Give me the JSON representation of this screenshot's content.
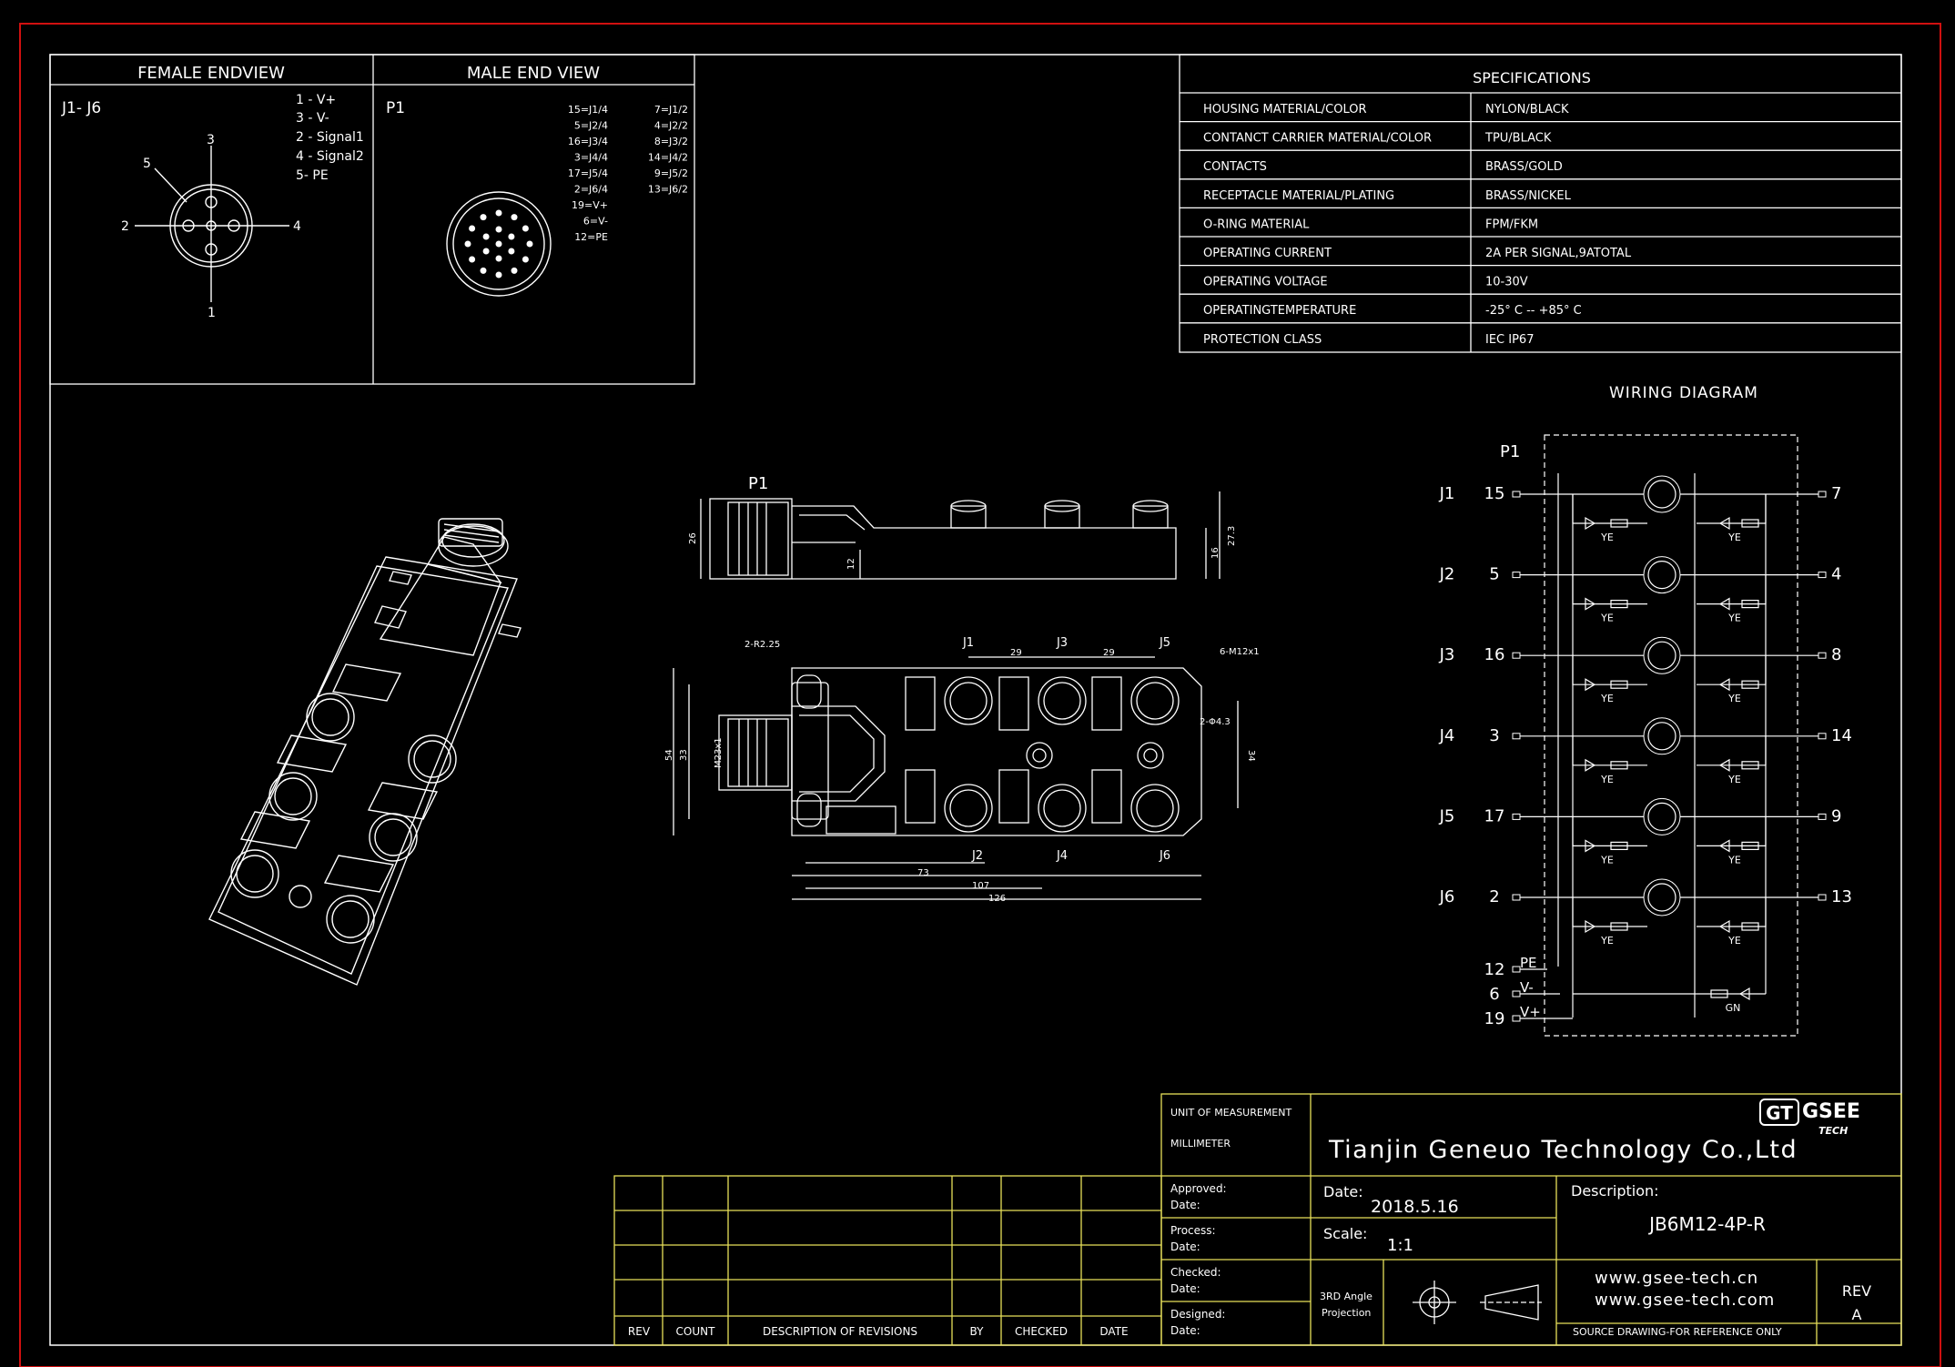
{
  "female_end_view": {
    "title": "FEMALE ENDVIEW",
    "label": "J1- J6",
    "legend": [
      "1 - V+",
      "3 - V-",
      "2 - Signal1",
      "4 - Signal2",
      "5- PE"
    ],
    "pin_labels": [
      "1",
      "2",
      "3",
      "4",
      "5"
    ]
  },
  "male_end_view": {
    "title": "MALE END VIEW",
    "label": "P1",
    "pin_map": [
      [
        "15=J1/4",
        "7=J1/2"
      ],
      [
        "5=J2/4",
        "4=J2/2"
      ],
      [
        "16=J3/4",
        "8=J3/2"
      ],
      [
        "3=J4/4",
        "14=J4/2"
      ],
      [
        "17=J5/4",
        "9=J5/2"
      ],
      [
        "2=J6/4",
        "13=J6/2"
      ],
      [
        "19=V+",
        ""
      ],
      [
        "6=V-",
        ""
      ],
      [
        "12=PE",
        ""
      ]
    ]
  },
  "specifications": {
    "title": "SPECIFICATIONS",
    "rows": [
      {
        "name": "HOUSING MATERIAL/COLOR",
        "value": "NYLON/BLACK"
      },
      {
        "name": "CONTANCT CARRIER MATERIAL/COLOR",
        "value": "TPU/BLACK"
      },
      {
        "name": "CONTACTS",
        "value": "BRASS/GOLD"
      },
      {
        "name": "RECEPTACLE MATERIAL/PLATING",
        "value": "BRASS/NICKEL"
      },
      {
        "name": "O-RING MATERIAL",
        "value": "FPM/FKM"
      },
      {
        "name": "OPERATING CURRENT",
        "value": "2A PER SIGNAL,9ATOTAL"
      },
      {
        "name": "OPERATING VOLTAGE",
        "value": "10-30V"
      },
      {
        "name": "OPERATINGTEMPERATURE",
        "value": "-25° C -- +85° C"
      },
      {
        "name": "PROTECTION CLASS",
        "value": "IEC IP67"
      }
    ]
  },
  "wiring_diagram": {
    "title": "WIRING DIAGRAM",
    "connector_label": "P1",
    "rows": [
      {
        "port": "J1",
        "left_pin": "15",
        "right_pin": "7"
      },
      {
        "port": "J2",
        "left_pin": "5",
        "right_pin": "4"
      },
      {
        "port": "J3",
        "left_pin": "16",
        "right_pin": "8"
      },
      {
        "port": "J4",
        "left_pin": "3",
        "right_pin": "14"
      },
      {
        "port": "J5",
        "left_pin": "17",
        "right_pin": "9"
      },
      {
        "port": "J6",
        "left_pin": "2",
        "right_pin": "13"
      }
    ],
    "led_label_yellow": "YE",
    "led_label_green": "GN",
    "power_rows": [
      {
        "pin": "12",
        "label": "PE"
      },
      {
        "pin": "6",
        "label": "V-"
      },
      {
        "pin": "19",
        "label": "V+"
      }
    ]
  },
  "side_view": {
    "label": "P1",
    "dims": [
      "26",
      "27.3",
      "16",
      "12"
    ]
  },
  "top_view": {
    "port_labels_top": [
      "J1",
      "J3",
      "J5"
    ],
    "port_labels_bottom": [
      "J2",
      "J4",
      "J6"
    ],
    "dims": [
      "2-R2.25",
      "6-M12x1",
      "29",
      "29",
      "2-Φ4.3",
      "34",
      "54",
      "33",
      "M23x1",
      "73",
      "107",
      "126"
    ]
  },
  "title_block": {
    "unit_label": "UNIT OF MEASUREMENT",
    "unit_value": "MILLIMETER",
    "company": "Tianjin Geneuo Technology Co.,Ltd",
    "logo_text": "GSEE",
    "logo_sub": "TECH",
    "logo_mark": "GT",
    "approved": "Approved:",
    "process": "Process:",
    "checked": "Checked:",
    "designed": "Designed:",
    "date_label": "Date:",
    "date_value": "2018.5.16",
    "scale_label": "Scale:",
    "scale_value": "1:1",
    "projection": [
      "3RD Angle",
      "Projection"
    ],
    "description_label": "Description:",
    "description_value": "JB6M12-4P-R",
    "urls": [
      "www.gsee-tech.cn",
      "www.gsee-tech.com"
    ],
    "source_note": "SOURCE DRAWING-FOR REFERENCE ONLY",
    "rev_label": "REV",
    "rev_value": "A",
    "revision_headers": [
      "REV",
      "COUNT",
      "DESCRIPTION OF REVISIONS",
      "BY",
      "CHECKED",
      "DATE"
    ]
  },
  "colors": {
    "line": "#ffffff",
    "frame_red": "#d01010",
    "titleblock_yellow": "#e8e05a",
    "background": "#000000"
  }
}
